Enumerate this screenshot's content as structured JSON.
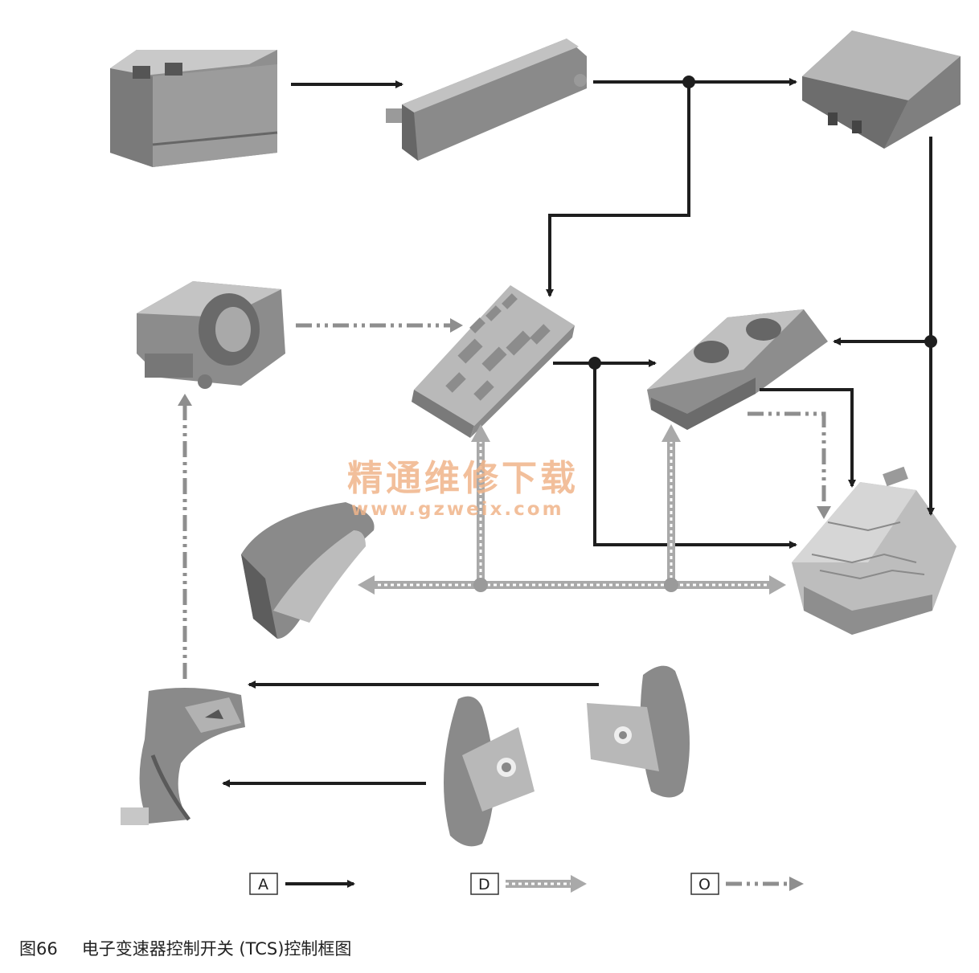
{
  "figure": {
    "number": "图66",
    "caption": "电子变速器控制开关 (TCS)控制框图"
  },
  "watermark": {
    "text": "精通维修下载",
    "url": "www.gzweix.com",
    "color": "#f0b58a"
  },
  "legend": [
    {
      "key": "A",
      "style": "solid"
    },
    {
      "key": "D",
      "style": "dotted-double"
    },
    {
      "key": "O",
      "style": "dash-dot"
    }
  ],
  "colors": {
    "line": "#1e1e1e",
    "component_fill": "#8e8e8e",
    "component_dark": "#5a5a5a",
    "bus_fill": "#cfcfcf"
  }
}
